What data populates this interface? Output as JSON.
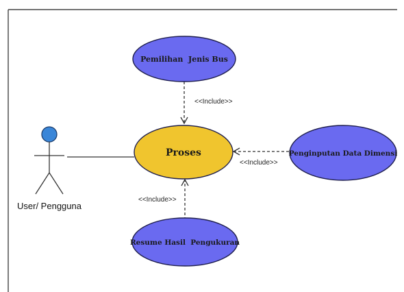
{
  "actor": {
    "label": "User/ Pengguna"
  },
  "use_cases": {
    "center": "Proses",
    "top": "Pemilihan  Jenis Bus",
    "right": "Penginputan Data Dimensi",
    "bottom": "Resume Hasil  Pengukuran"
  },
  "relations": {
    "top": "<<Include>>",
    "right": "<<Include>>",
    "bottom": "<<Include>>"
  },
  "colors": {
    "center_fill": "#f0c52e",
    "usecase_fill": "#6a6af0",
    "actor_head": "#3a86d8",
    "stroke": "#1f1f4d"
  }
}
